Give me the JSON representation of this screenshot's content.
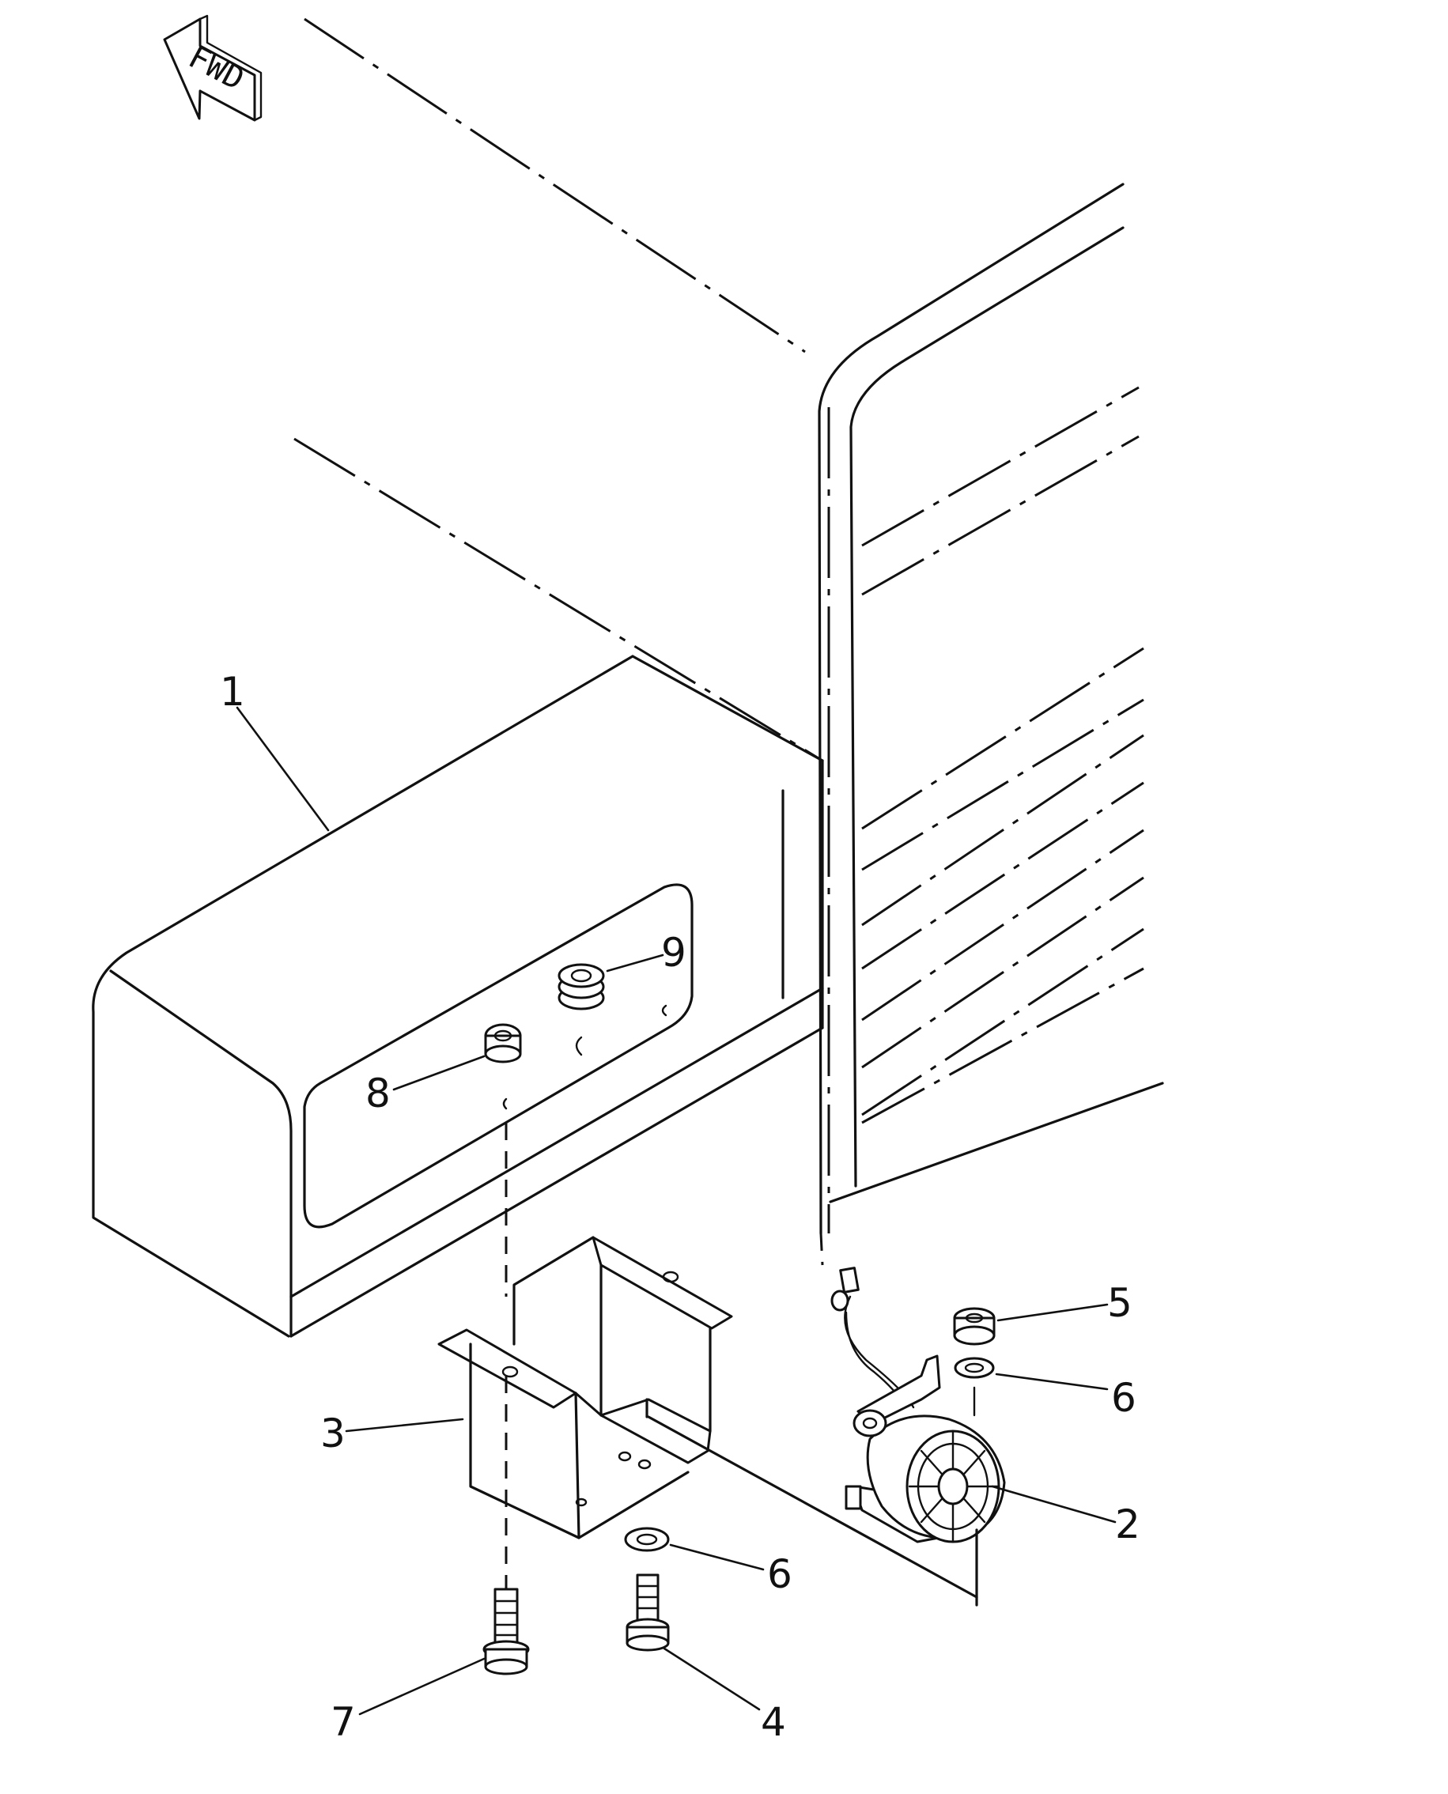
{
  "direction_label": "FWD",
  "callouts": {
    "c1": "1",
    "c2": "2",
    "c3": "3",
    "c4": "4",
    "c5": "5",
    "c6a": "6",
    "c6b": "6",
    "c7": "7",
    "c8": "8",
    "c9": "9"
  }
}
